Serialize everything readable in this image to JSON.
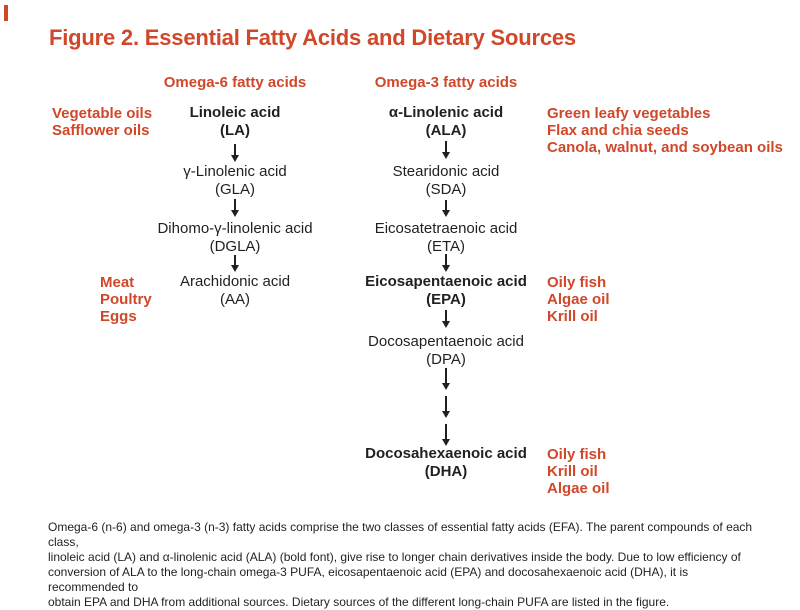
{
  "figure": {
    "title": "Figure 2. Essential Fatty Acids and Dietary Sources",
    "accent_color": "#d0472a",
    "text_color": "#231f20"
  },
  "omega6": {
    "header": "Omega-6 fatty acids",
    "nodes": [
      {
        "name": "Linoleic acid",
        "abbr": "(LA)",
        "bold": true
      },
      {
        "name": "γ-Linolenic acid",
        "abbr": "(GLA)",
        "bold": false
      },
      {
        "name": "Dihomo-γ-linolenic acid",
        "abbr": "(DGLA)",
        "bold": false
      },
      {
        "name": "Arachidonic acid",
        "abbr": "(AA)",
        "bold": false
      }
    ]
  },
  "omega3": {
    "header": "Omega-3 fatty acids",
    "nodes": [
      {
        "name": "α-Linolenic acid",
        "abbr": "(ALA)",
        "bold": true
      },
      {
        "name": "Stearidonic acid",
        "abbr": "(SDA)",
        "bold": false
      },
      {
        "name": "Eicosatetraenoic acid",
        "abbr": "(ETA)",
        "bold": false
      },
      {
        "name": "Eicosapentaenoic acid",
        "abbr": "(EPA)",
        "bold": true
      },
      {
        "name": "Docosapentaenoic acid",
        "abbr": "(DPA)",
        "bold": false
      },
      {
        "name": "Docosahexaenoic acid",
        "abbr": "(DHA)",
        "bold": true
      }
    ]
  },
  "sources": {
    "omega6_parent": [
      "Vegetable oils",
      "Safflower oils"
    ],
    "omega6_aa": [
      "Meat",
      "Poultry",
      "Eggs"
    ],
    "omega3_parent": [
      "Green leafy vegetables",
      "Flax and chia seeds",
      "Canola, walnut, and soybean oils"
    ],
    "omega3_epa": [
      "Oily fish",
      "Algae oil",
      "Krill oil"
    ],
    "omega3_dha": [
      "Oily fish",
      "Krill oil",
      "Algae oil"
    ]
  },
  "caption": {
    "lines": [
      "Omega-6 (n-6) and omega-3 (n-3) fatty acids comprise the two classes of essential fatty acids (EFA). The parent compounds of each class,",
      "linoleic acid (LA) and α-linolenic acid (ALA) (bold font), give rise to longer chain derivatives inside the body. Due to low efficiency of",
      "conversion of ALA to the long-chain omega-3 PUFA, eicosapentaenoic acid (EPA) and docosahexaenoic acid (DHA), it is recommended to",
      "obtain EPA and DHA from additional sources. Dietary sources of the different long-chain PUFA are listed in the figure."
    ]
  }
}
